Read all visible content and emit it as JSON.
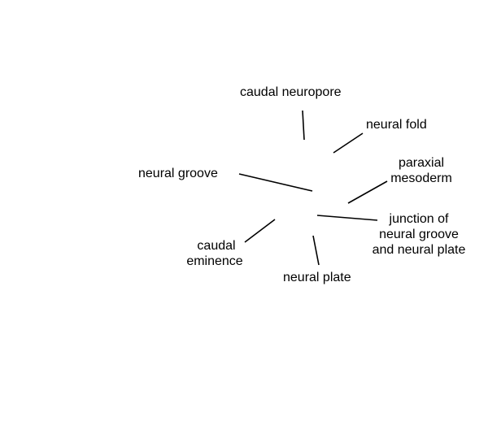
{
  "labels": {
    "caudal_neuropore": "caudal neuropore",
    "neural_fold": "neural fold",
    "neural_groove": "neural groove",
    "paraxial_mesoderm": [
      "paraxial",
      "mesoderm"
    ],
    "junction": [
      "junction of",
      "neural groove",
      "and neural plate"
    ],
    "caudal_eminence": [
      "caudal",
      "eminence"
    ],
    "neural_plate": "neural plate"
  }
}
